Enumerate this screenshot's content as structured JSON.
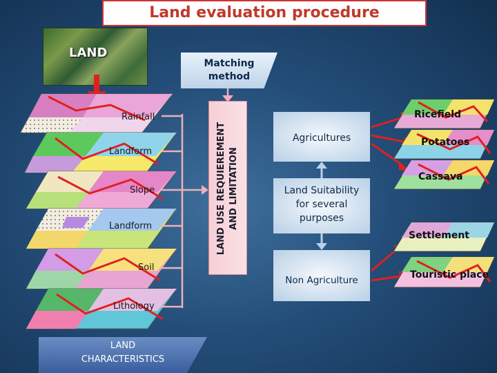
{
  "title": "Land evaluation procedure",
  "land_label": "LAND",
  "matching_method": [
    "Matching",
    "method"
  ],
  "layers": [
    "Rainfall",
    "Landform",
    "Slope",
    "Landform",
    "Soil",
    "Lithology"
  ],
  "land_characteristics": [
    "LAND",
    "CHARACTERISTICS"
  ],
  "requirement_box": [
    "LAND USE REQUIEREMENT",
    "AND LIMITATION"
  ],
  "agricultures": "Agricultures",
  "land_suitability": [
    "Land Suitability",
    "for several",
    "purposes"
  ],
  "non_agriculture": "Non Agriculture",
  "outputs": {
    "ricefield": "Ricefield",
    "potatoes": "Potatoes",
    "cassava": "Cassava",
    "settlement": "Settlement",
    "touristic": "Touristic place"
  },
  "colors": {
    "title": "#c0392b",
    "arrow": "#e02020",
    "line": "#f0b0b8"
  }
}
